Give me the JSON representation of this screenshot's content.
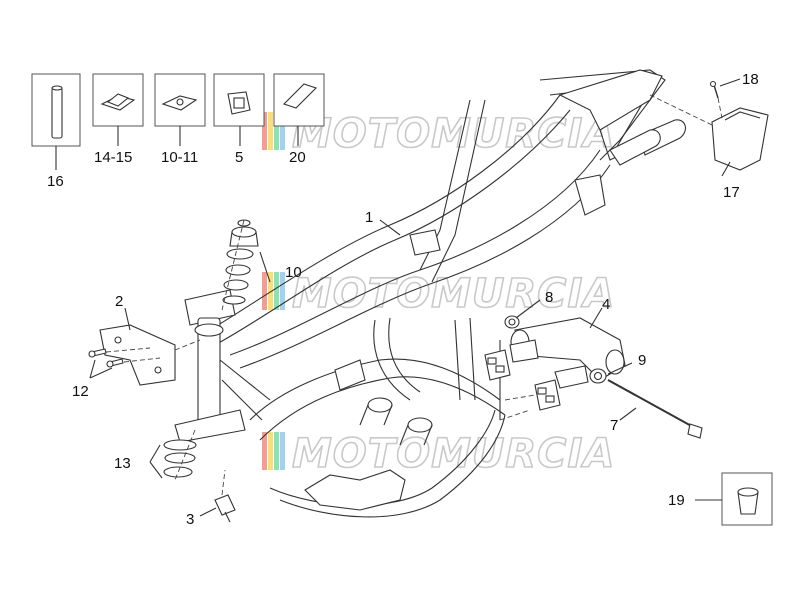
{
  "watermark": "MOTOMURCIA",
  "watermark_colors": [
    "#e74c3c",
    "#f1c40f",
    "#2ecc71"
  ],
  "callouts": {
    "c1": "1",
    "c2": "2",
    "c3": "3",
    "c4": "4",
    "c5": "5",
    "c7": "7",
    "c8": "8",
    "c9": "9",
    "c10": "10",
    "c10_11": "10-11",
    "c12": "12",
    "c13": "13",
    "c14_15": "14-15",
    "c16": "16",
    "c17": "17",
    "c18": "18",
    "c19": "19",
    "c20": "20"
  }
}
